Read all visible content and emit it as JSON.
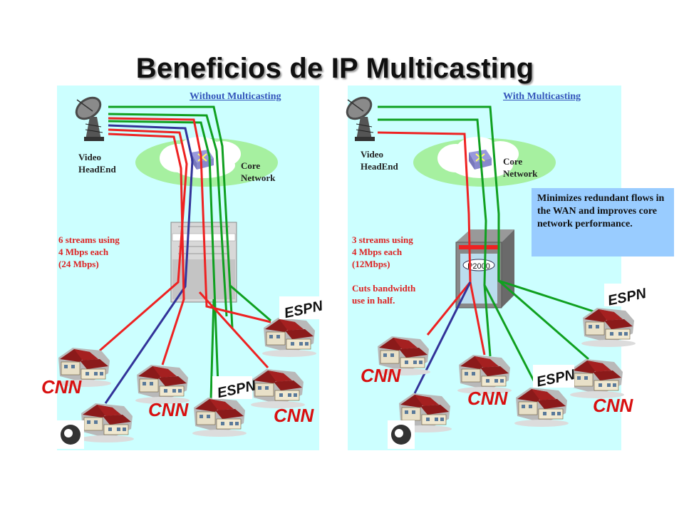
{
  "title": "Beneficios de IP Multicasting",
  "left_panel": {
    "heading": "Without Multicasting",
    "headend_label": [
      "Video",
      "HeadEnd"
    ],
    "core_label": [
      "Core",
      "Network"
    ],
    "streams_text": [
      "6 streams using",
      "4 Mbps each",
      "(24 Mbps)"
    ]
  },
  "right_panel": {
    "heading": "With Multicasting",
    "headend_label": [
      "Video",
      "HeadEnd"
    ],
    "core_label": [
      "Core",
      "Network"
    ],
    "streams_text": [
      "3 streams using",
      "4 Mbps each",
      "(12Mbps)",
      "",
      "Cuts bandwidth",
      "use in half."
    ],
    "router_label": "P2000",
    "note": "Minimizes redundant flows in the WAN and improves core network performance."
  },
  "logos": {
    "cnn": "CNN",
    "espn": "ESPN"
  },
  "colors": {
    "red": "#ee2222",
    "green": "#10a020",
    "blue": "#333399",
    "panel": "#ccffff",
    "note": "#99ccff"
  }
}
